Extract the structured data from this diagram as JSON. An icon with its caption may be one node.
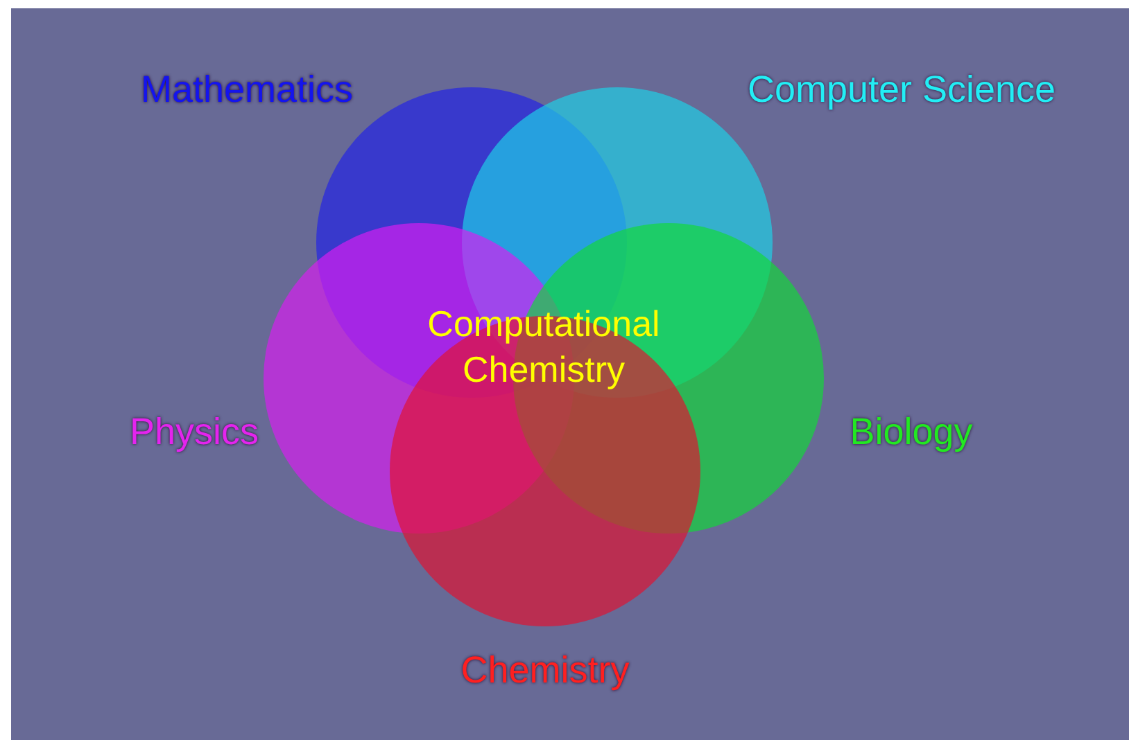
{
  "diagram": {
    "nodes": [
      {
        "text": [
          "Mathematics"
        ]
      },
      {
        "text": [
          "Computer Science"
        ]
      },
      {
        "text": [
          "Physics"
        ]
      },
      {
        "text": [
          "Biology"
        ]
      },
      {
        "text": [
          "Chemistry"
        ]
      }
    ],
    "labels": [
      "Computational Chemistry"
    ]
  }
}
